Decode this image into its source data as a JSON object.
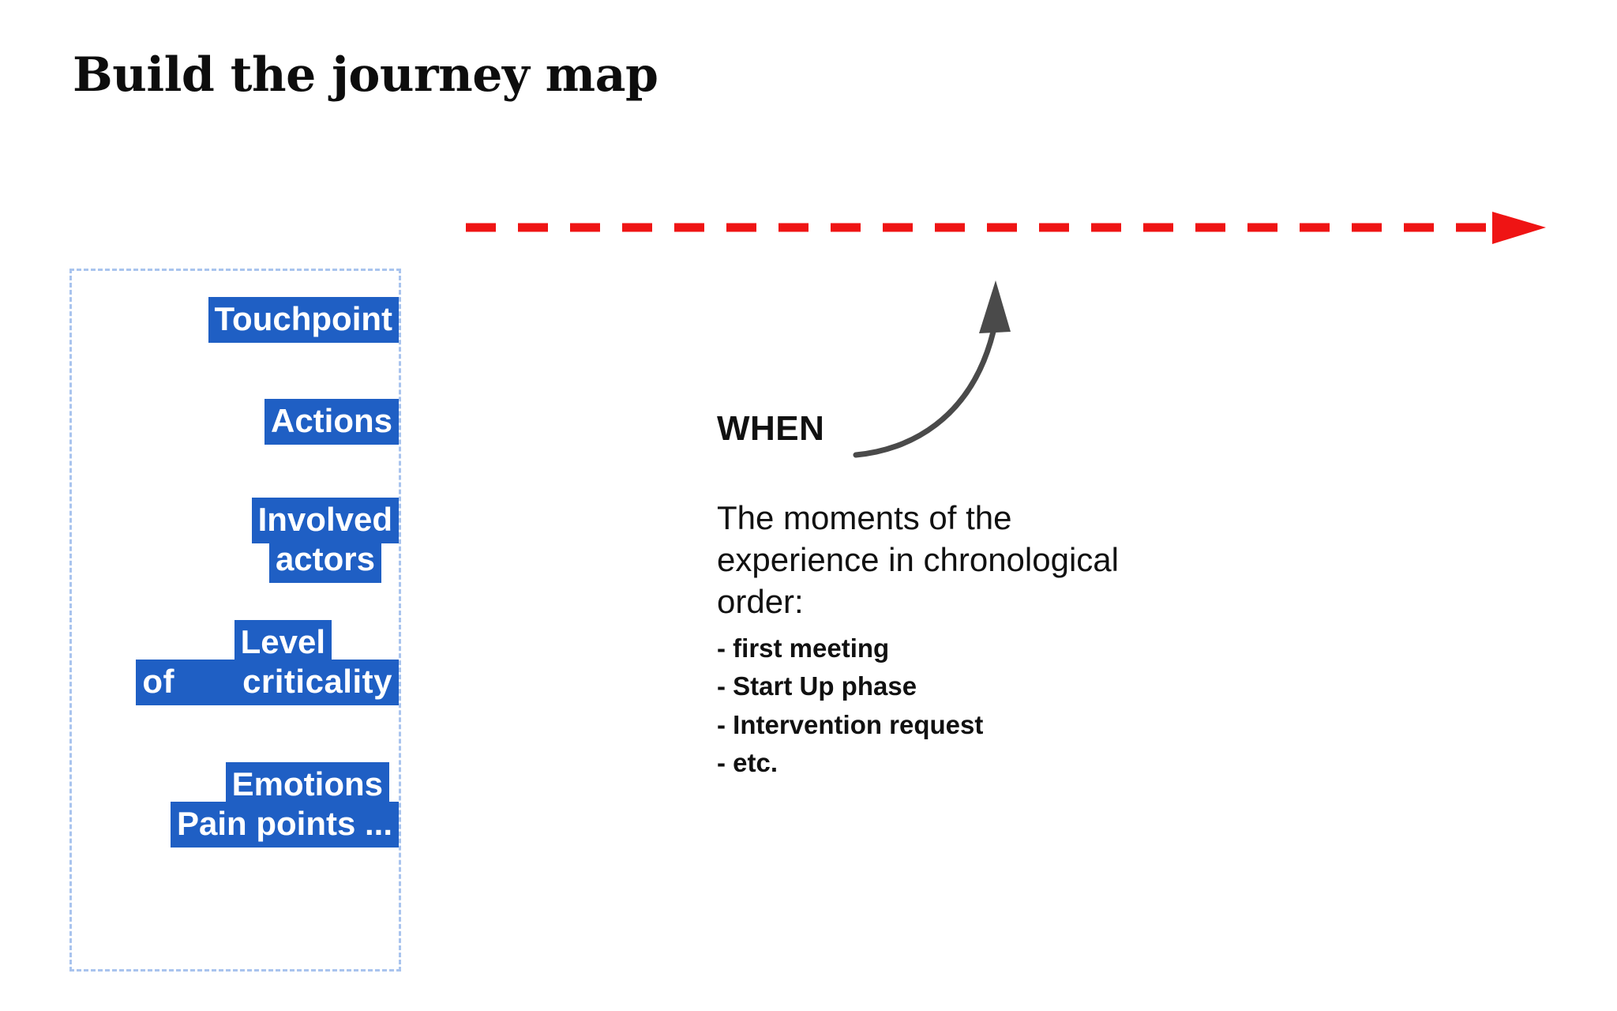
{
  "slide": {
    "title": "Build the journey map"
  },
  "timeline": {
    "name": "chronology-arrow",
    "color": "#ef1414",
    "style": "dashed-right-arrow"
  },
  "aspects_box": {
    "border_color": "#a9c4ee",
    "highlight_color": "#1f5fc4",
    "highlight_text_color": "#ffffff",
    "groups": [
      {
        "id": "touchpoint",
        "lines": [
          "Touchpoint"
        ]
      },
      {
        "id": "actions",
        "lines": [
          "Actions"
        ]
      },
      {
        "id": "actors",
        "lines": [
          "Involved",
          "actors"
        ]
      },
      {
        "id": "criticality",
        "lines": [
          "Level",
          "of",
          "criticality"
        ]
      },
      {
        "id": "emotions",
        "lines": [
          "Emotions",
          "Pain points ..."
        ]
      }
    ]
  },
  "when_callout": {
    "label": "WHEN",
    "paragraph": "The moments of the experience in chronological order:",
    "bullets": [
      "- first meeting",
      "- Start Up phase",
      "- Intervention request",
      "- etc."
    ],
    "arrow_color": "#4a4a4a"
  }
}
